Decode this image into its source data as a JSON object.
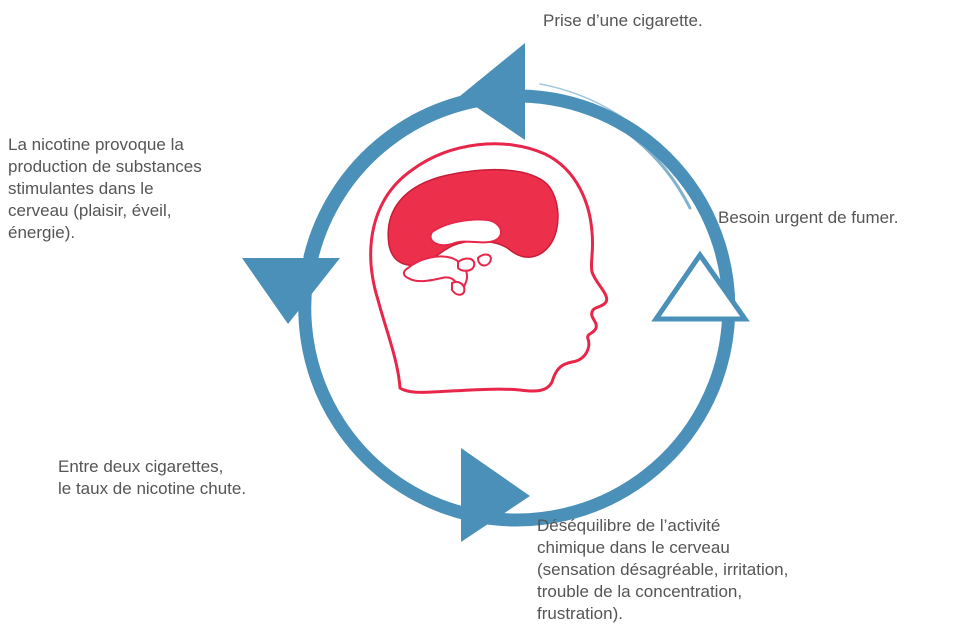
{
  "colors": {
    "cycle": "#4a90b8",
    "head_outline": "#e8264a",
    "brain_fill": "#ec2f4b",
    "text": "#555555",
    "background": "#ffffff"
  },
  "icons": {
    "center": "head-profile-with-brain-icon",
    "arrows": [
      "left-arrow-icon",
      "down-arrow-icon",
      "right-arrow-icon",
      "up-outline-arrow-icon"
    ]
  },
  "steps": [
    {
      "id": "top",
      "lines": [
        "Prise d’une cigarette."
      ]
    },
    {
      "id": "right",
      "lines": [
        "Besoin urgent de fumer."
      ]
    },
    {
      "id": "bottom_right",
      "lines": [
        "Déséquilibre de l’activité",
        "chimique dans le cerveau",
        "(sensation désagréable, irritation,",
        "trouble de la concentration,",
        "frustration)."
      ]
    },
    {
      "id": "bottom_left",
      "lines": [
        "Entre deux cigarettes,",
        "le taux de nicotine chute."
      ]
    },
    {
      "id": "left",
      "lines": [
        "La nicotine provoque la",
        "production de substances",
        "stimulantes dans le",
        "cerveau (plaisir, éveil,",
        "énergie)."
      ]
    }
  ]
}
